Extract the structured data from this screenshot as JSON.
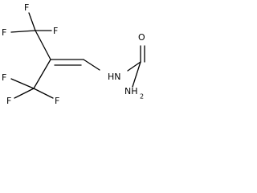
{
  "molecule": {
    "atoms": {
      "f_top_left": "F",
      "f_top_upper": "F",
      "f_top_right": "F",
      "f_bot_left": "F",
      "f_bot_lower_left": "F",
      "f_bot_right": "F",
      "nh": "HN",
      "o": "O",
      "nh2": "NH",
      "nh2_subscript": "2"
    }
  }
}
